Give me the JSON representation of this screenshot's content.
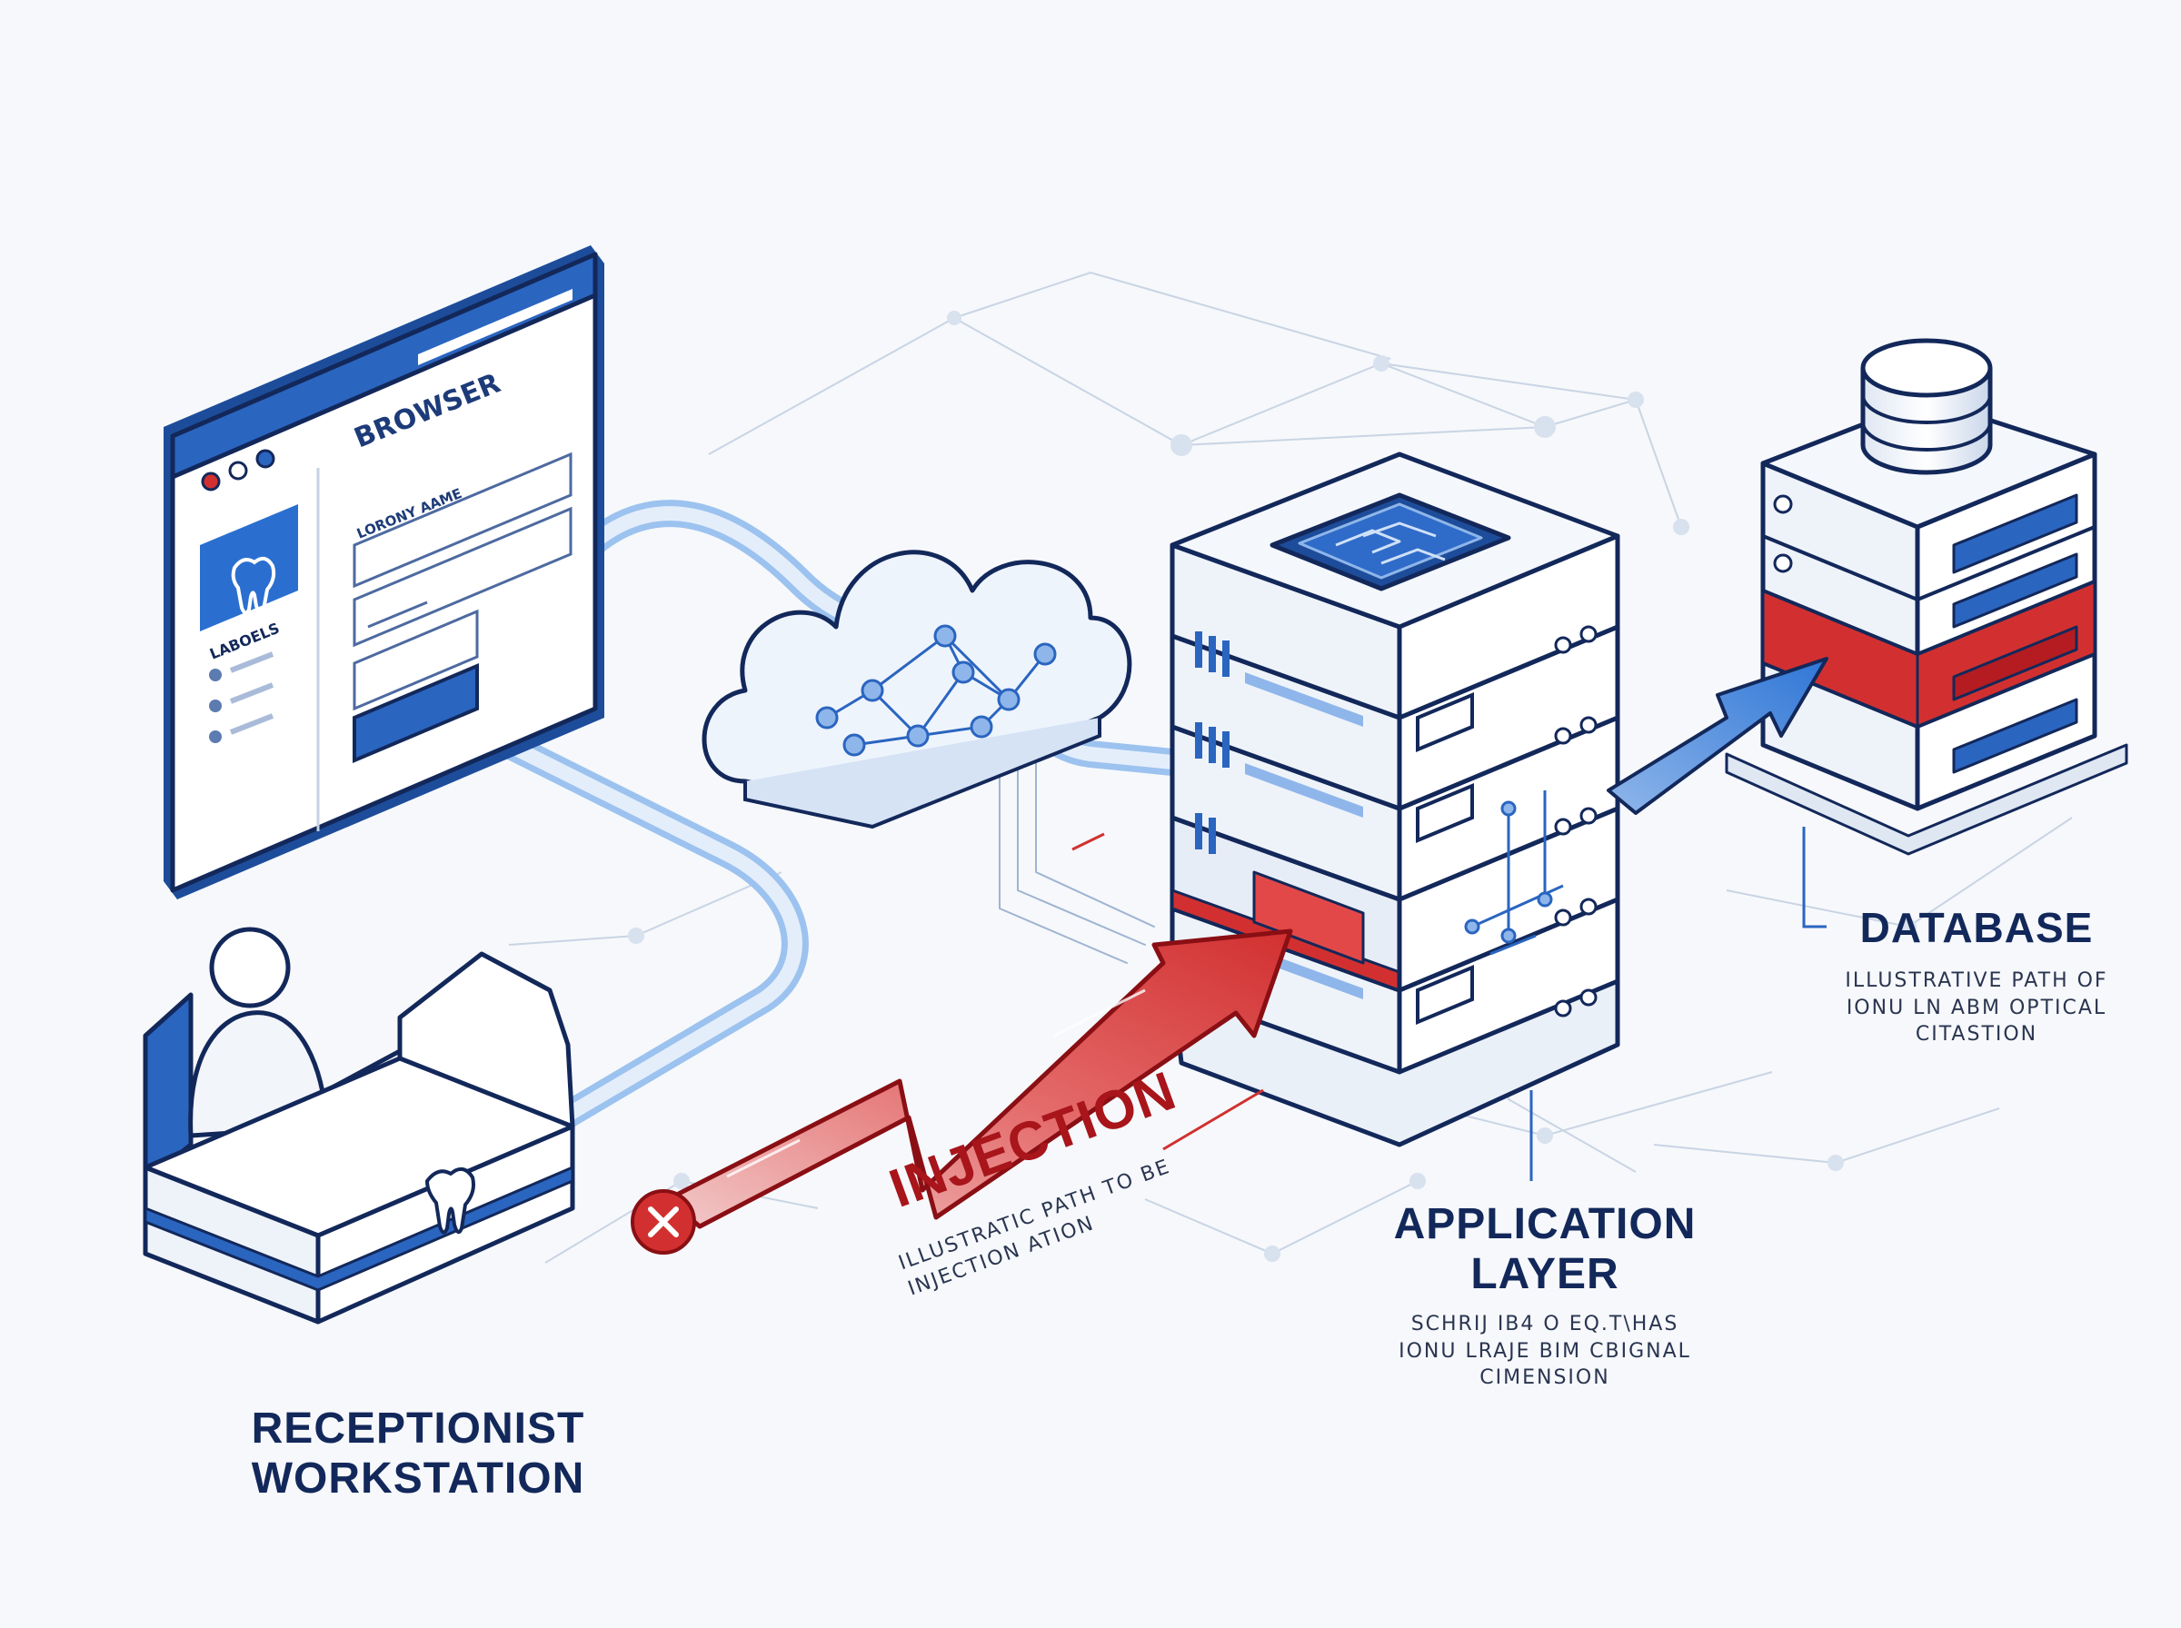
{
  "colors": {
    "navy": "#13285a",
    "blue": "#1f5fb7",
    "light_blue": "#cfe1f7",
    "red": "#d63a3a",
    "dark_red": "#a8151b",
    "background": "#f6f8fb"
  },
  "browser": {
    "title": "BROWSER",
    "field_label": "LORONY AAME",
    "sidebar_label": "LABOELS",
    "logo_icon": "tooth-icon"
  },
  "workstation": {
    "label_line1": "RECEPTIONIST",
    "label_line2": "WORKSTATION",
    "badge_icon": "tooth-icon"
  },
  "injection": {
    "title": "INJECTION",
    "subtitle_line1": "ILLUSTRATIC PATH TO BE",
    "subtitle_line2": "INJECTION ATION",
    "marker_icon": "error-x-icon"
  },
  "application_layer": {
    "label_line1": "APPLICATION",
    "label_line2": "LAYER",
    "sub_line1": "SCHRIJ IB4 O EQ.T\\HAS",
    "sub_line2": "IONU LRAJE BIM CBIGNAL",
    "sub_line3": "CIMENSION"
  },
  "database": {
    "label": "DATABASE",
    "sub_line1": "ILLUSTRATIVE PATH OF",
    "sub_line2": "IONU LN ABM OPTICAL",
    "sub_line3": "CITASTION"
  }
}
